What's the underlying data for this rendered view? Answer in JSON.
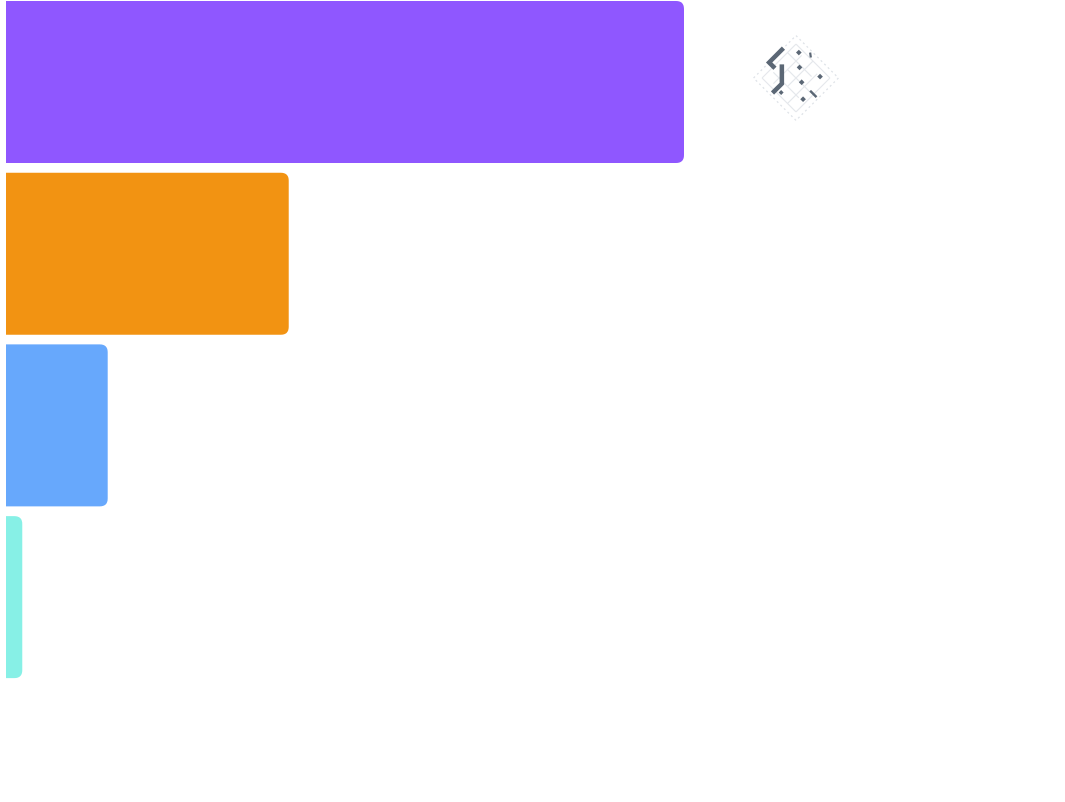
{
  "chart_data": {
    "type": "bar",
    "orientation": "horizontal",
    "categories": [
      "",
      "",
      "",
      ""
    ],
    "values": [
      100,
      41.7,
      15,
      2.4
    ],
    "colors": [
      "#8f57ff",
      "#f29312",
      "#67a8fc",
      "#87f0e6"
    ],
    "xlim": [
      0,
      100
    ],
    "grid": false,
    "legend": "none"
  },
  "logo": {
    "icon": "maze-diamond-logo-icon",
    "color": "#5b6775"
  }
}
